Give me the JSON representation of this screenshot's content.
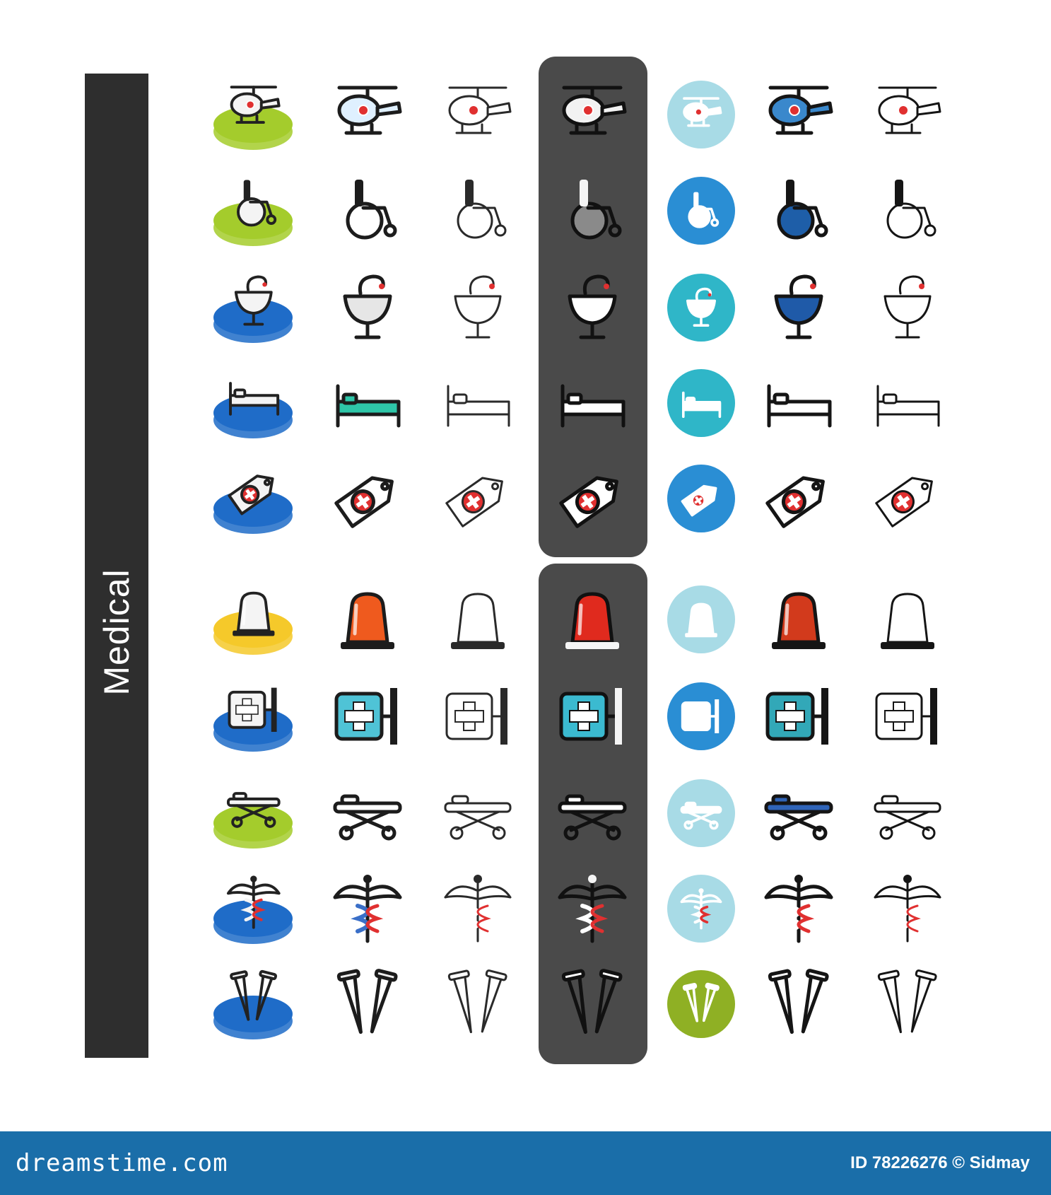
{
  "category": {
    "label": "Medical"
  },
  "footer": {
    "brand": "dreamstime.com",
    "credit": "ID 78226276 © Sidmay"
  },
  "colors": {
    "dark_panel": "#4a4a4a",
    "side_bar": "#2e2e2e",
    "footer": "#1a6ea9",
    "lime": "#a4cc2c",
    "blue": "#1f6cc8",
    "teal": "#2fb6c8",
    "light_blue_circle": "#a8dbe6",
    "mid_blue_circle": "#2a8ed4",
    "olive_circle": "#8fb024",
    "red": "#e02a1e",
    "orange": "#ef5a1e",
    "yellow": "#f5c92a"
  },
  "icons": [
    {
      "name": "helicopter-icon"
    },
    {
      "name": "wheelchair-icon"
    },
    {
      "name": "bowl-of-hygieia-icon"
    },
    {
      "name": "hospital-bed-icon"
    },
    {
      "name": "medical-tag-icon"
    },
    {
      "name": "siren-light-icon"
    },
    {
      "name": "hospital-sign-icon"
    },
    {
      "name": "stretcher-icon"
    },
    {
      "name": "caduceus-icon"
    },
    {
      "name": "crutches-icon"
    }
  ],
  "styles": [
    "isometric-color-base",
    "isometric-color",
    "isometric-outline",
    "flat-on-dark",
    "flat-circle",
    "flat-color",
    "outline"
  ]
}
